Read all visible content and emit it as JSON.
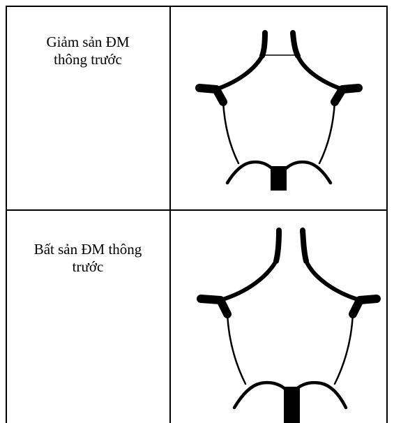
{
  "rows": [
    {
      "label": "Giảm sản ĐM\nthông trước",
      "diagram_icon": "hypoplastic-anterior-communicating-artery-diagram",
      "communicating_segment": "thin"
    },
    {
      "label": "Bất sản ĐM thông\ntrước",
      "diagram_icon": "aplastic-anterior-communicating-artery-diagram",
      "communicating_segment": "absent"
    }
  ],
  "colors": {
    "line": "#000000",
    "background": "#ffffff"
  }
}
